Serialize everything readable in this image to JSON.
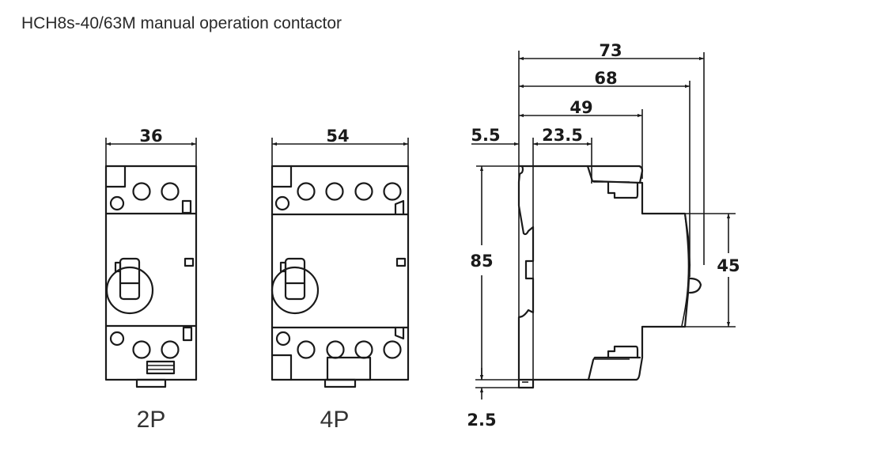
{
  "title": "HCH8s-40/63M manual operation contactor",
  "views": {
    "two_pole": {
      "label": "2P",
      "width_dim": "36"
    },
    "four_pole": {
      "label": "4P",
      "width_dim": "54"
    },
    "side": {
      "dims": {
        "overall_depth": "73",
        "depth_to_handle": "68",
        "depth_to_step": "49",
        "rail_offset": "5.5",
        "terminal_depth": "23.5",
        "height": "85",
        "front_height": "45",
        "rail_thickness": "2.5"
      }
    }
  },
  "colors": {
    "line": "#1a1a1a",
    "title": "#2a2a2a"
  }
}
